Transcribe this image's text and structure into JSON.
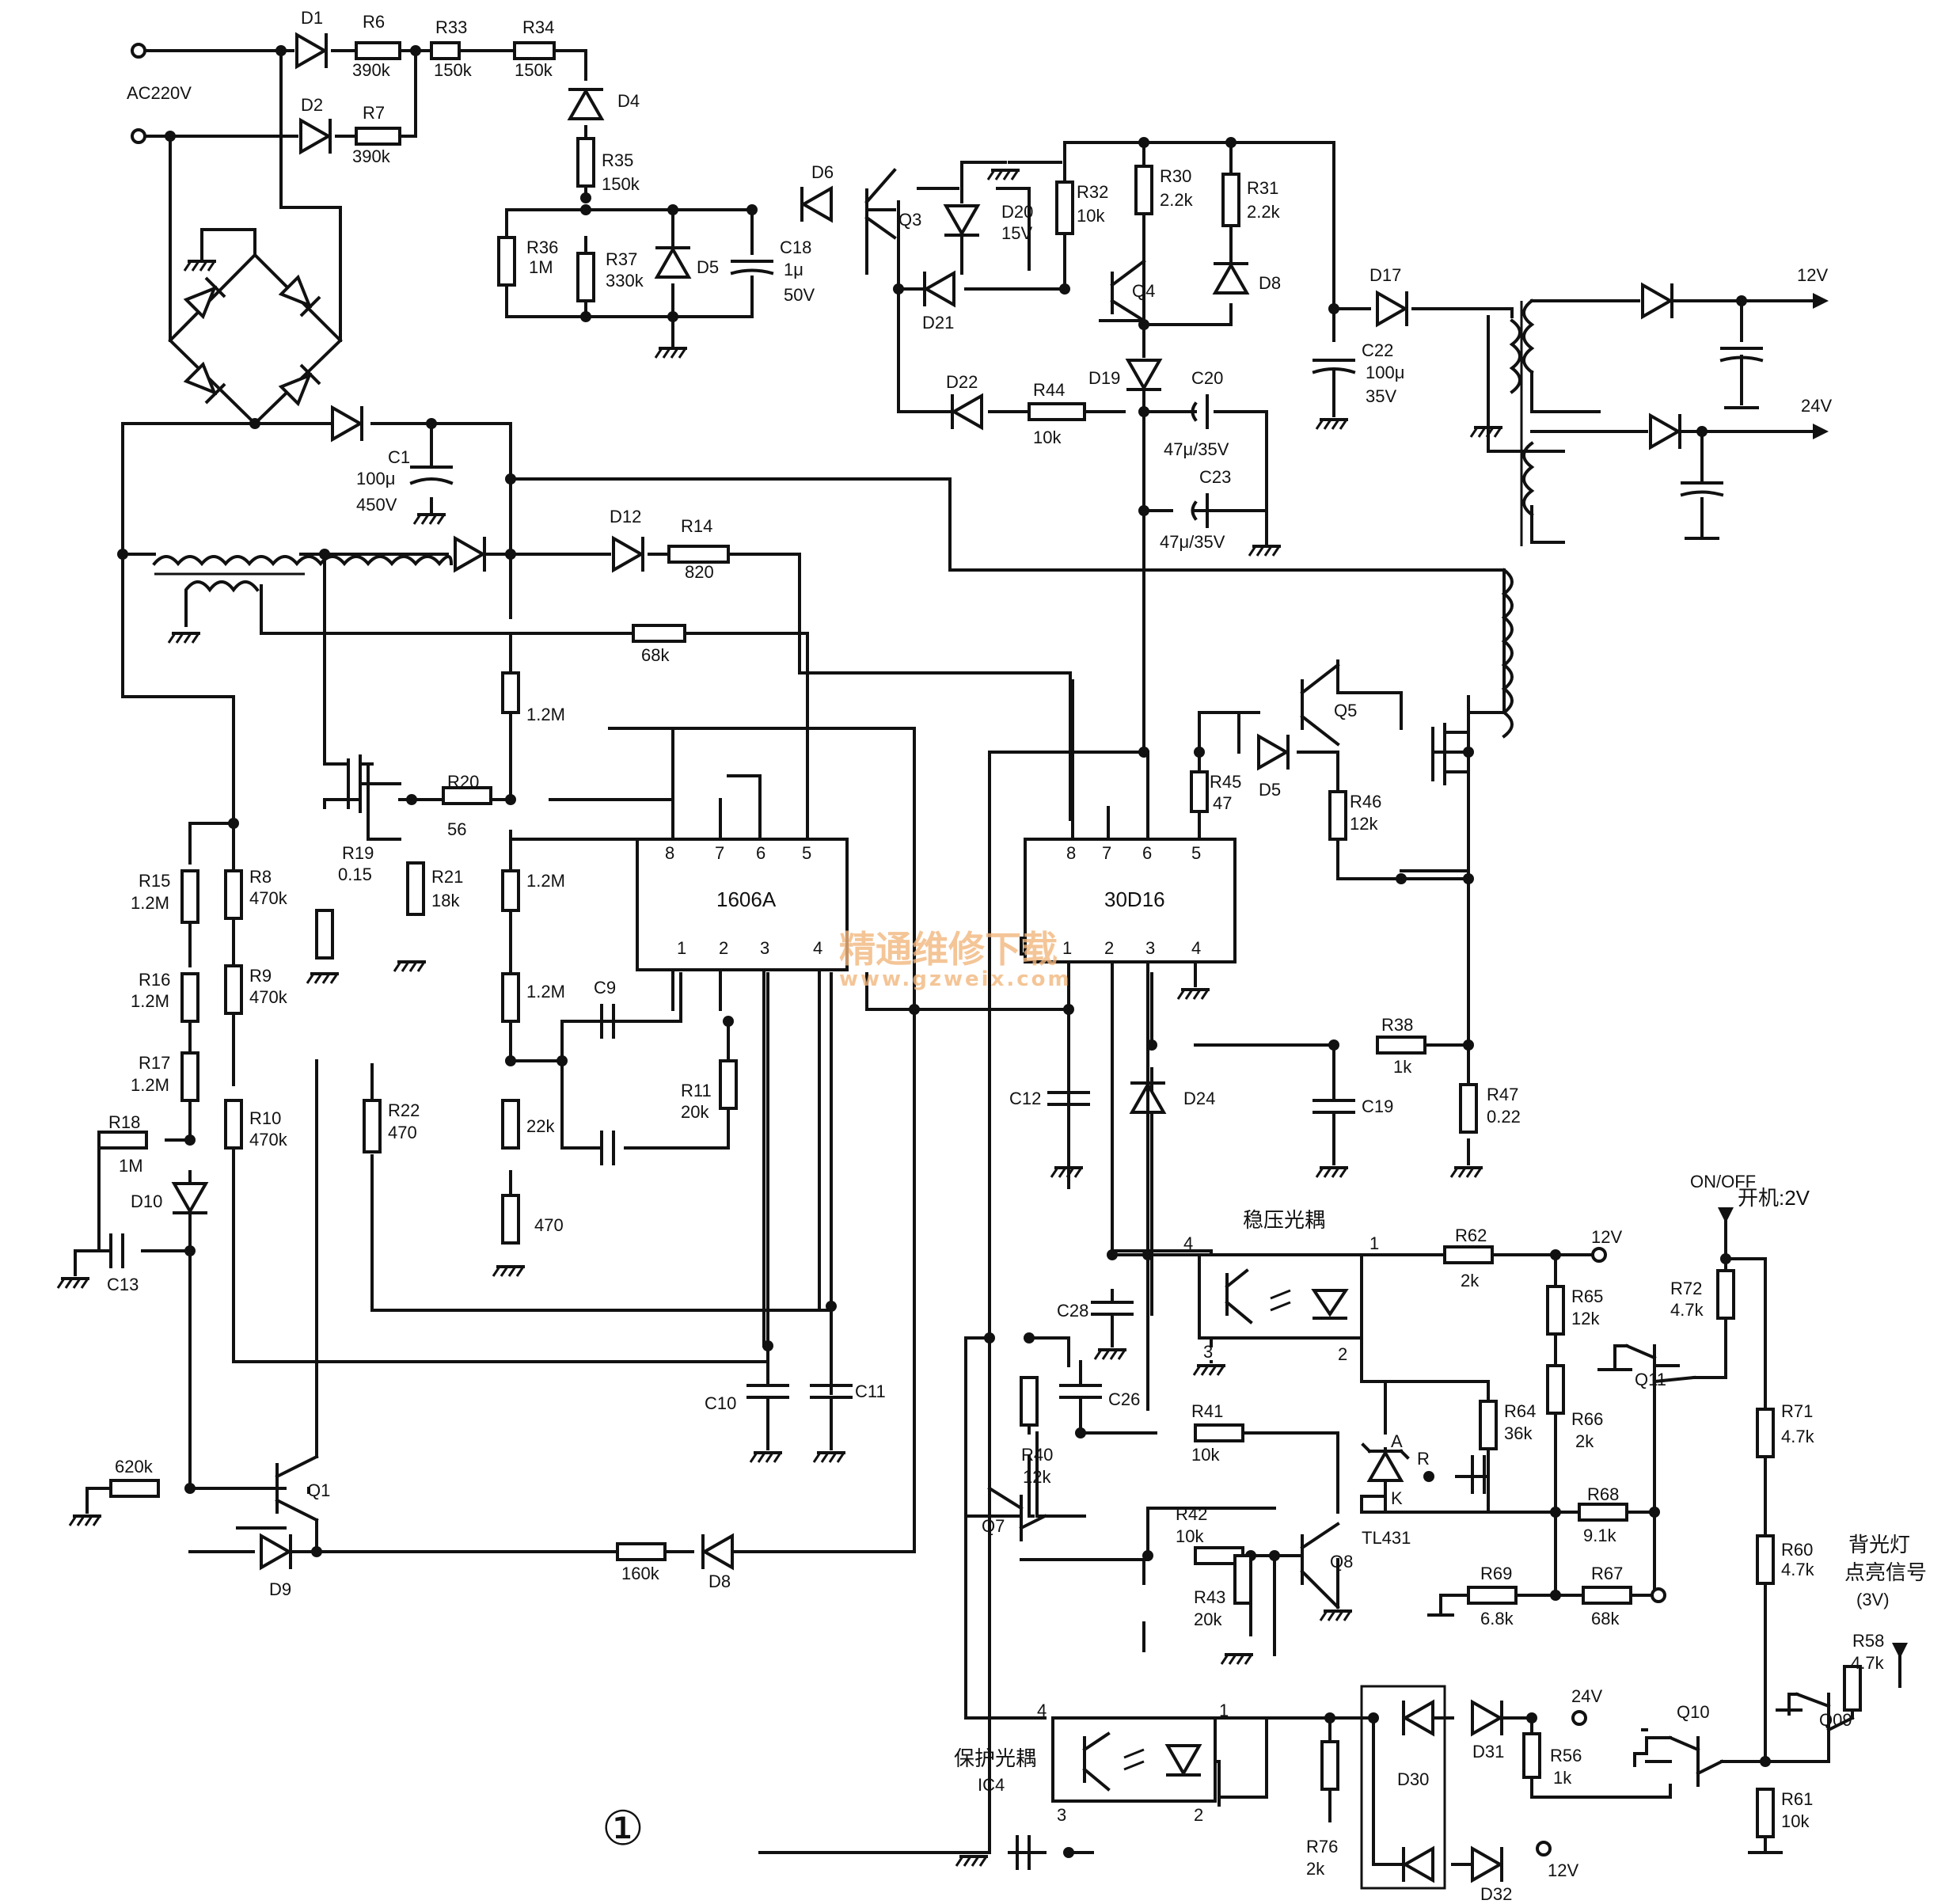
{
  "inputs": {
    "ac": "AC220V"
  },
  "ics": {
    "pfc": "1606A",
    "pwm": "30D16"
  },
  "sections": {
    "regulation_opto": "稳压光耦",
    "protection_opto": "保护光耦",
    "protection_opto_ref": "IC4",
    "on_off": "ON/OFF",
    "power_on": "开机:2V",
    "backlight_line1": "背光灯",
    "backlight_line2": "点亮信号",
    "backlight_line3": "(3V)",
    "tl431": "TL431",
    "figure_number": "①"
  },
  "outputs": {
    "v12": "12V",
    "v24": "24V",
    "v24b": "24V",
    "v12b": "12V",
    "v12c": "12V"
  },
  "watermark": {
    "cn": "精通维修下载",
    "url": "www.gzweix.com"
  },
  "labels": {
    "D1": "D1",
    "D2": "D2",
    "R6": "R6",
    "R6v": "390k",
    "R7": "R7",
    "R7v": "390k",
    "R33": "R33",
    "R33v": "150k",
    "R34": "R34",
    "R34v": "150k",
    "D4": "D4",
    "R35": "R35",
    "R35v": "150k",
    "R36": "R36",
    "R36v": "1M",
    "R37": "R37",
    "R37v": "330k",
    "D5a": "D5",
    "C18": "C18",
    "C18v1": "1μ",
    "C18v2": "50V",
    "D6": "D6",
    "Q3": "Q3",
    "D20": "D20",
    "D20v": "15V",
    "D21": "D21",
    "R32": "R32",
    "R32v": "10k",
    "R30": "R30",
    "R30v": "2.2k",
    "R31": "R31",
    "R31v": "2.2k",
    "Q4": "Q4",
    "D8a": "D8",
    "D22": "D22",
    "R44": "R44",
    "R44v": "10k",
    "D19": "D19",
    "C20": "C20",
    "C20v": "47μ/35V",
    "C23": "C23",
    "C23v": "47μ/35V",
    "D17": "D17",
    "C22": "C22",
    "C22v1": "100μ",
    "C22v2": "35V",
    "C1": "C1",
    "C1v1": "100μ",
    "C1v2": "450V",
    "D12": "D12",
    "R14": "R14",
    "R14v": "820",
    "R68k": "68k",
    "R1_2Ma": "1.2M",
    "R1_2Mb": "1.2M",
    "R1_2Mc": "1.2M",
    "R20": "R20",
    "R20v": "56",
    "R19": "R19",
    "R19v": "0.15",
    "R21": "R21",
    "R21v": "18k",
    "C9": "C9",
    "R11": "R11",
    "R11v": "20k",
    "R22k": "22k",
    "R470": "470",
    "R15": "R15",
    "R15v": "1.2M",
    "R16": "R16",
    "R16v": "1.2M",
    "R17": "R17",
    "R17v": "1.2M",
    "R8": "R8",
    "R8v": "470k",
    "R9": "R9",
    "R9v": "470k",
    "R10": "R10",
    "R10v": "470k",
    "R18": "R18",
    "R18v": "1M",
    "D10": "D10",
    "C13": "C13",
    "R22": "R22",
    "R22v": "470",
    "C10": "C10",
    "C11": "C11",
    "R620k": "620k",
    "Q1": "Q1",
    "D9": "D9",
    "R160k": "160k",
    "D8b": "D8",
    "Q5": "Q5",
    "D5b": "D5",
    "R45": "R45",
    "R45v": "47",
    "R46": "R46",
    "R46v": "12k",
    "C12": "C12",
    "D24": "D24",
    "R38": "R38",
    "R38v": "1k",
    "C19": "C19",
    "R47": "R47",
    "R47v": "0.22",
    "R62": "R62",
    "R62v": "2k",
    "R65": "R65",
    "R65v": "12k",
    "R64": "R64",
    "R64v": "36k",
    "R66": "R66",
    "R66v": "2k",
    "R68": "R68",
    "R68v": "9.1k",
    "R69": "R69",
    "R69v": "6.8k",
    "R67": "R67",
    "R67v": "68k",
    "R72": "R72",
    "R72v": "4.7k",
    "Q11": "Q11",
    "R71": "R71",
    "R71v": "4.7k",
    "R60": "R60",
    "R60v": "4.7k",
    "R58": "R58",
    "R58v": "4.7k",
    "Q09": "Q09",
    "Q10": "Q10",
    "R61": "R61",
    "R61v": "10k",
    "C28": "C28",
    "C26": "C26",
    "R40": "R40",
    "R40v": "12k",
    "R41": "R41",
    "R41v": "10k",
    "Q7": "Q7",
    "R42": "R42",
    "R42v": "10k",
    "R43": "R43",
    "R43v": "20k",
    "Q8": "Q8",
    "R76": "R76",
    "R76v": "2k",
    "D30": "D30",
    "D31": "D31",
    "D32": "D32",
    "R56": "R56",
    "R56v": "1k",
    "pinA": "A",
    "pinK": "K",
    "pinR": "R"
  },
  "pins": {
    "pfc_top": [
      "8",
      "7",
      "6",
      "5"
    ],
    "pfc_bottom": [
      "1",
      "2",
      "3",
      "4"
    ],
    "pwm_top": [
      "8",
      "7",
      "6",
      "5"
    ],
    "pwm_bottom": [
      "1",
      "2",
      "3",
      "4"
    ],
    "opto_reg": [
      "4",
      "1",
      "3",
      "2"
    ],
    "opto_prot": [
      "4",
      "1",
      "3",
      "2"
    ]
  }
}
